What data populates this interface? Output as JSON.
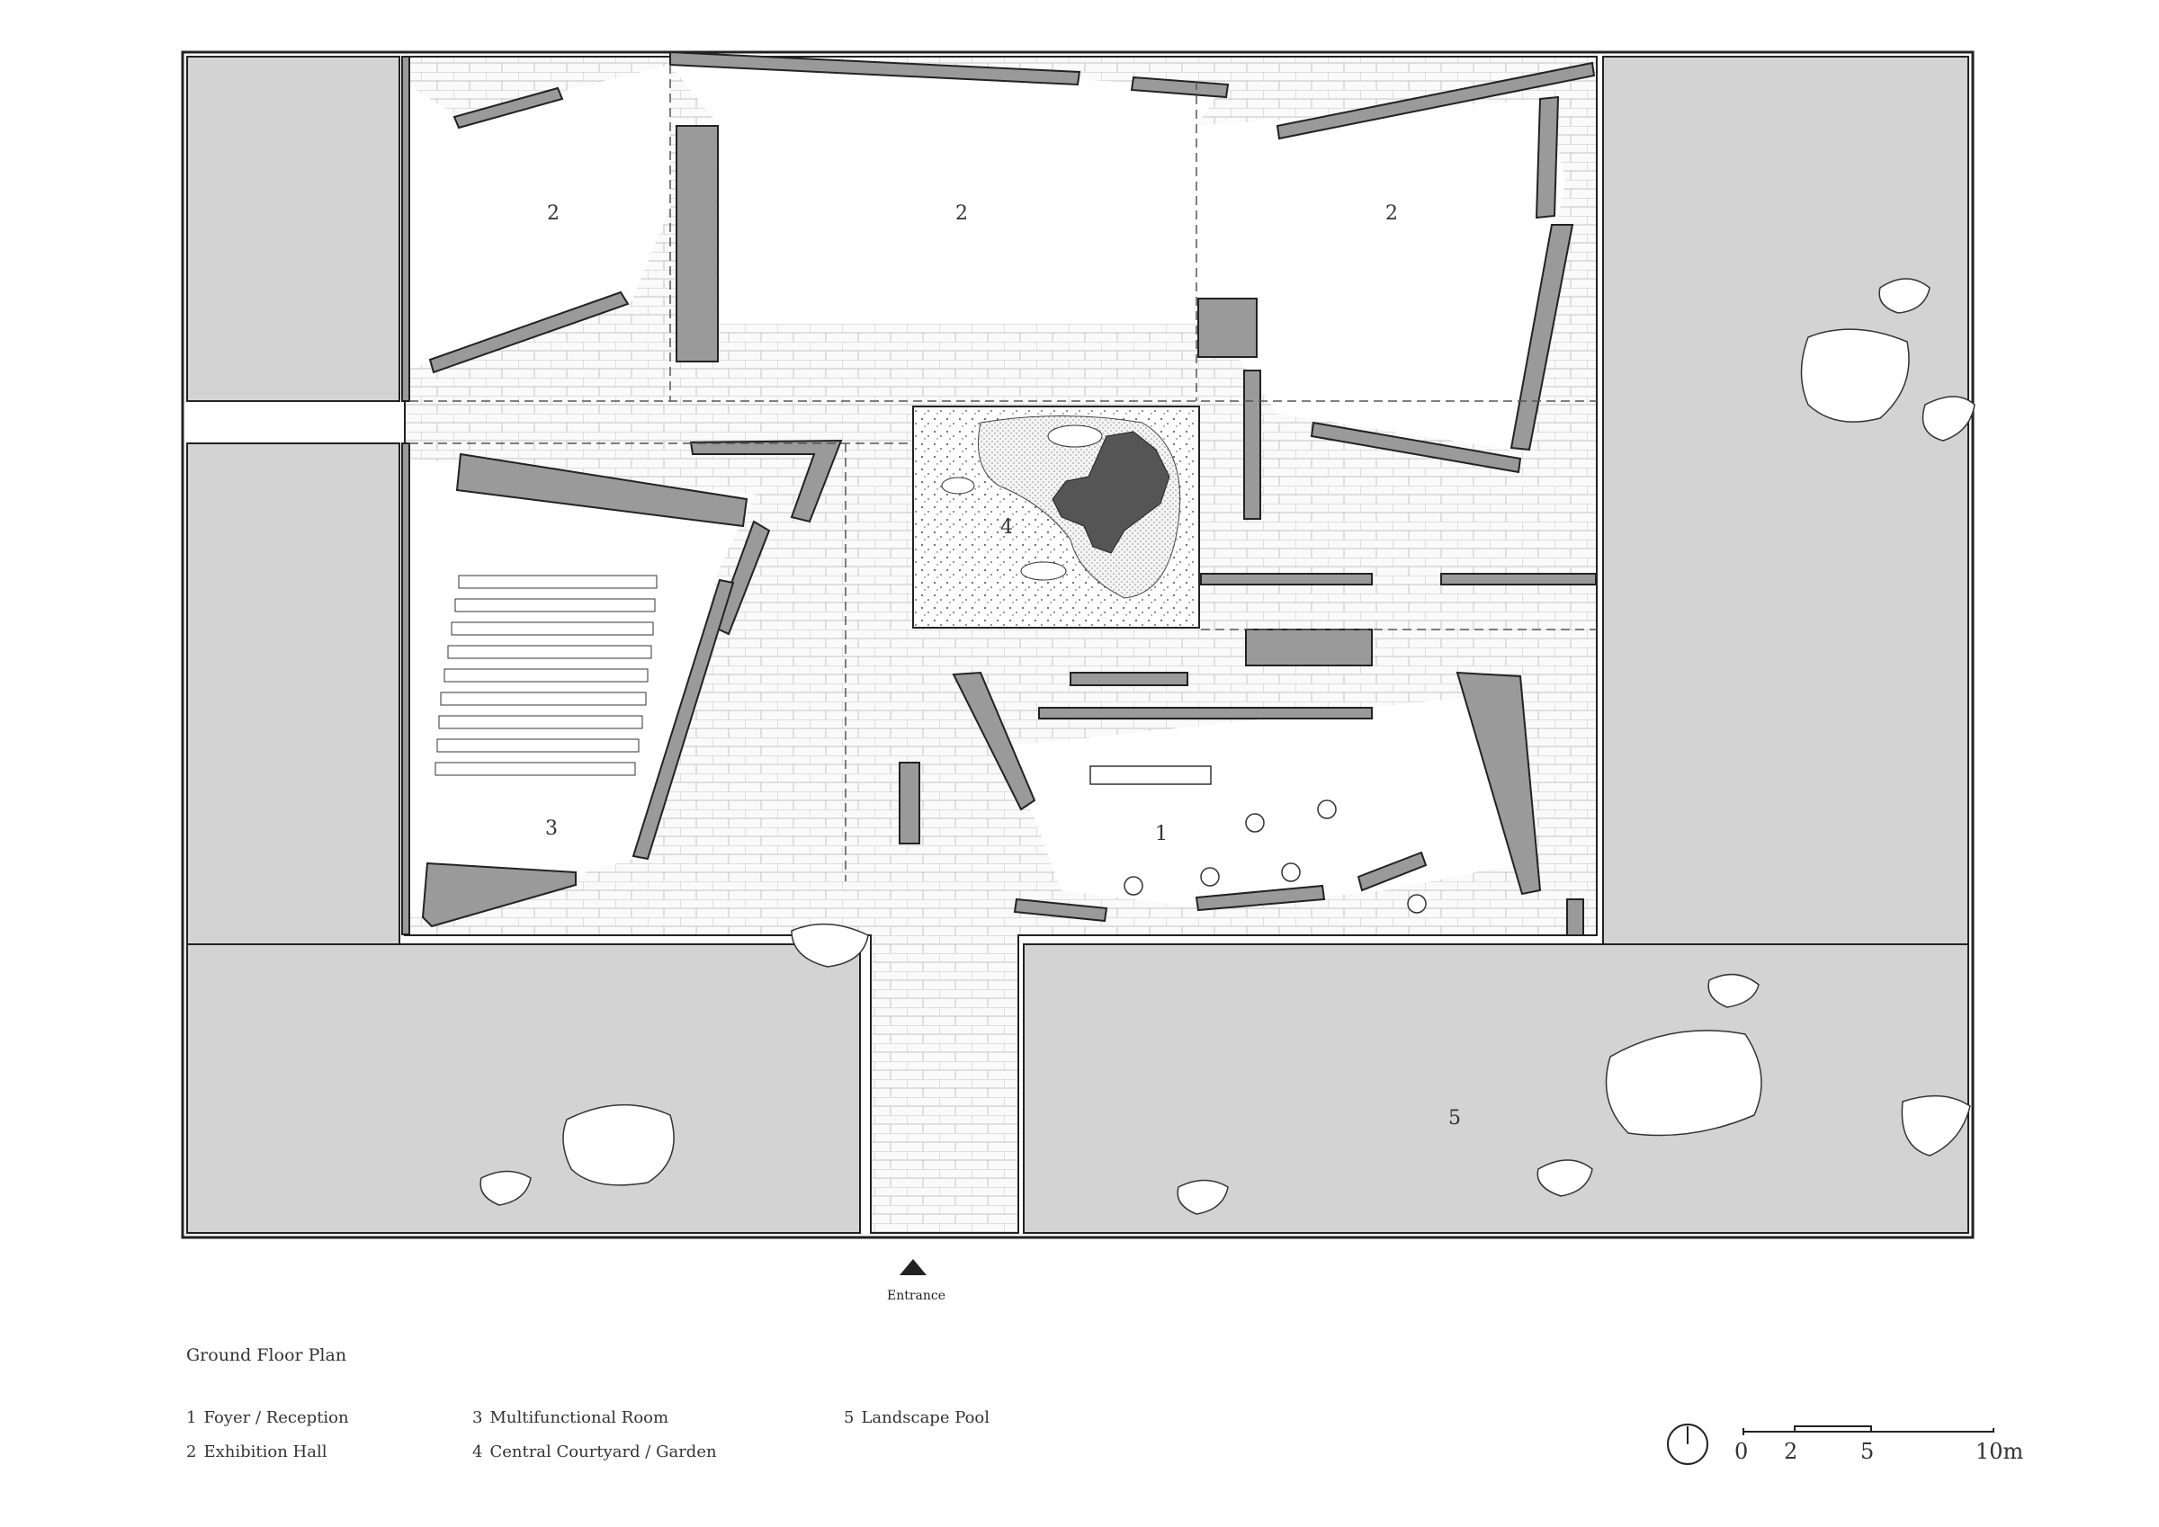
{
  "drawing": {
    "title": "Ground Floor Plan",
    "entrance_label": "Entrance",
    "rooms": [
      {
        "number": "2",
        "label_ref": "Exhibition Hall"
      },
      {
        "number": "2",
        "label_ref": "Exhibition Hall"
      },
      {
        "number": "2",
        "label_ref": "Exhibition Hall"
      },
      {
        "number": "3",
        "label_ref": "Multifunctional Room"
      },
      {
        "number": "4",
        "label_ref": "Central Courtyard / Garden"
      },
      {
        "number": "1",
        "label_ref": "Foyer / Reception"
      },
      {
        "number": "5",
        "label_ref": "Landscape Pool"
      }
    ]
  },
  "legend": [
    {
      "number": "1",
      "label": "Foyer / Reception"
    },
    {
      "number": "2",
      "label": "Exhibition Hall"
    },
    {
      "number": "3",
      "label": "Multifunctional Room"
    },
    {
      "number": "4",
      "label": "Central Courtyard / Garden"
    },
    {
      "number": "5",
      "label": "Landscape Pool"
    }
  ],
  "scale_bar": {
    "ticks": [
      "0",
      "2",
      "5",
      "10m"
    ]
  },
  "colors": {
    "wall_fill": "#9a9a9a",
    "pool_fill": "#d3d3d3",
    "line": "#222222",
    "tree": "#555555"
  },
  "icons": [
    "north-arrow-icon",
    "entrance-arrow-icon"
  ]
}
